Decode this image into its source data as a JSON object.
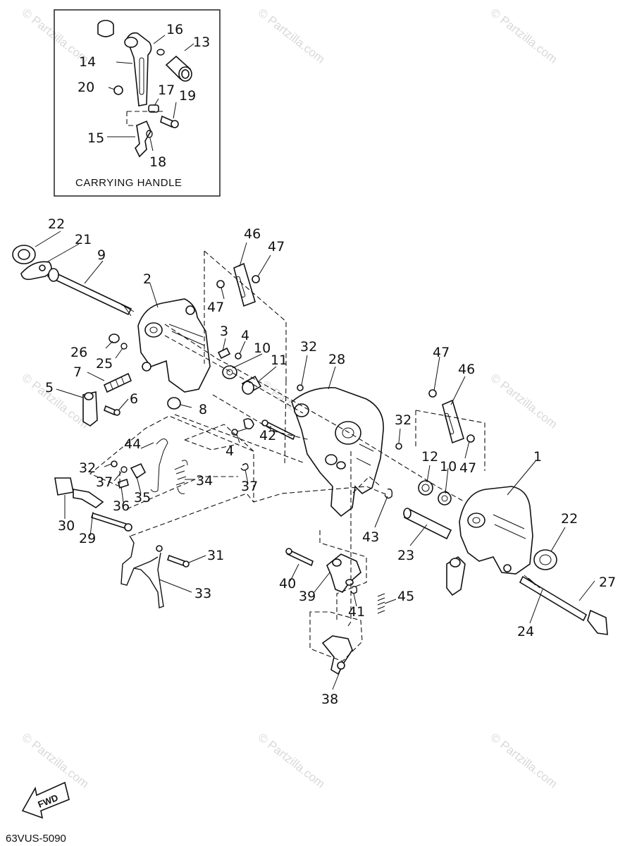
{
  "watermark": "© Partzilla.com",
  "inset": {
    "caption": "CARRYING HANDLE"
  },
  "diagram_code": "63VUS-5090",
  "fwd_label": "FWD",
  "callouts": [
    "1",
    "2",
    "3",
    "4",
    "4",
    "5",
    "6",
    "7",
    "8",
    "9",
    "10",
    "10",
    "11",
    "12",
    "13",
    "14",
    "15",
    "16",
    "17",
    "18",
    "19",
    "20",
    "21",
    "22",
    "22",
    "23",
    "24",
    "25",
    "26",
    "27",
    "28",
    "29",
    "30",
    "31",
    "32",
    "32",
    "32",
    "33",
    "34",
    "35",
    "36",
    "37",
    "37",
    "38",
    "39",
    "40",
    "41",
    "42",
    "43",
    "44",
    "45",
    "46",
    "46",
    "47",
    "47",
    "47",
    "47"
  ]
}
